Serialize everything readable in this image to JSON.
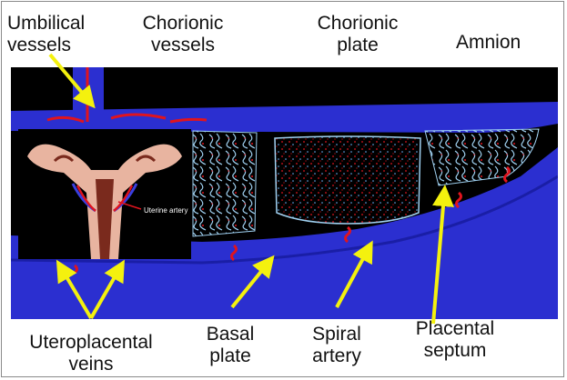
{
  "labels": {
    "umbilical_vessels": [
      "Umbilical",
      "vessels"
    ],
    "chorionic_vessels": [
      "Chorionic",
      "vessels"
    ],
    "chorionic_plate": [
      "Chorionic",
      "plate"
    ],
    "amnion": "Amnion",
    "uteroplacental_veins": [
      "Uteroplacental",
      "veins"
    ],
    "basal_plate": [
      "Basal",
      "plate"
    ],
    "spiral_artery": [
      "Spiral",
      "artery"
    ],
    "placental_septum": [
      "Placental",
      "septum"
    ],
    "uterine_artery": "Uterine artery"
  },
  "colors": {
    "background": "#000000",
    "vessel_blue": "#2b2fd0",
    "maternal_blood_red": "#e0141e",
    "arrow_yellow": "#f4f10e",
    "villi_outline": "#9fd0f0",
    "uterus_tissue": "#7a2a1d"
  }
}
